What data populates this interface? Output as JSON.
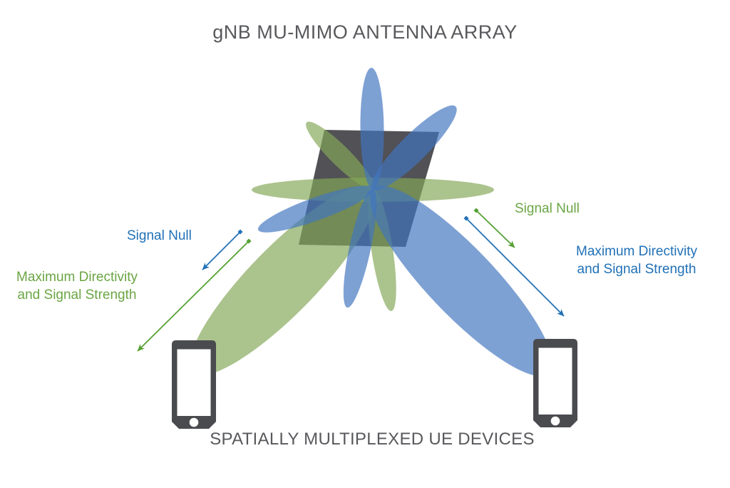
{
  "title": "gNB MU-MIMO ANTENNA ARRAY",
  "footer": "SPATIALLY MULTIPLEXED UE DEVICES",
  "labels": {
    "left_signal_null": "Signal Null",
    "left_max_line1": "Maximum Directivity",
    "left_max_line2": "and Signal Strength",
    "right_signal_null": "Signal Null",
    "right_max_line1": "Maximum Directivity",
    "right_max_line2": "and Signal Strength"
  },
  "colors": {
    "text_gray": "#58595c",
    "text_blue": "#2171b7",
    "text_green": "#6ba544",
    "arrow_blue": "#2171b7",
    "arrow_green": "#55a033",
    "beam_blue": "#4174c0",
    "beam_green": "#83a757",
    "panel_dark": "#515156",
    "device_dark": "#4a4b4f",
    "device_screen": "#ffffff"
  }
}
